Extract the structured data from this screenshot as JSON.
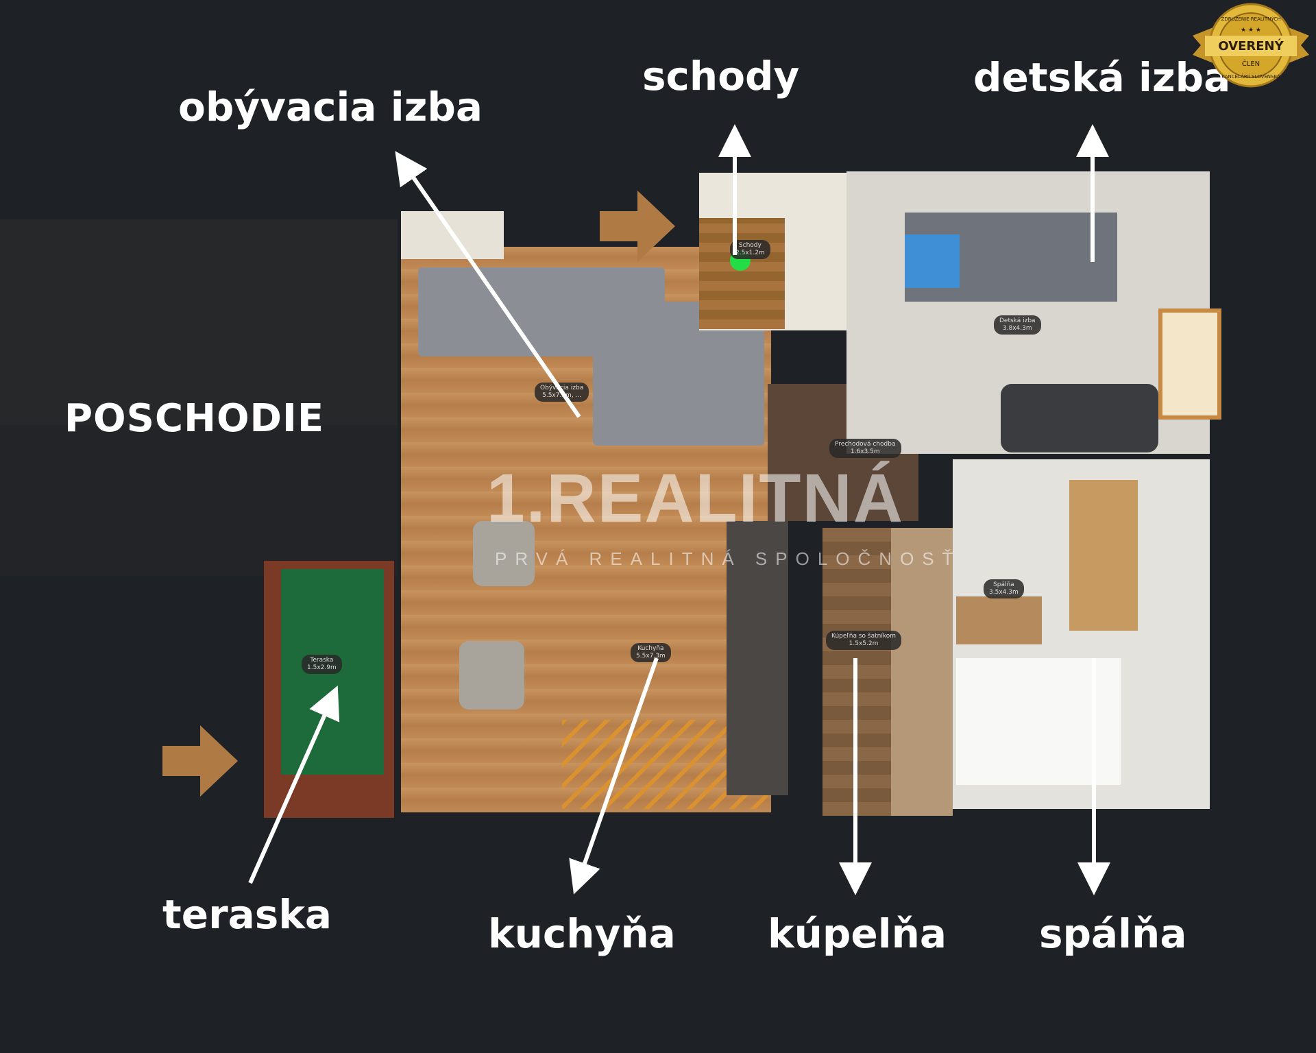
{
  "labels": {
    "obyvacia": "obývacia izba",
    "schody": "schody",
    "detska": "detská izba",
    "poschodie": "POSCHODIE",
    "teraska": "teraska",
    "kuchyna": "kuchyňa",
    "kupelna": "kúpelňa",
    "spalna": "spálňa"
  },
  "watermark": {
    "main": "1.REALITNÁ",
    "sub": "PRVÁ REALITNÁ SPOLOČNOSŤ"
  },
  "badge": {
    "top_text": "ZDRUŽENIE REALITNÝCH",
    "main": "OVERENÝ",
    "sub": "ČLEN",
    "bottom_text": "KANCELÁRIÍ SLOVENSKA",
    "color": "#d4a62a"
  },
  "colors": {
    "background": "#1e2126",
    "arrow_brown": "#b07a45",
    "arrow_white": "#ffffff",
    "floor_wood": "#b9814d",
    "carpet_green": "#1d6b3a"
  }
}
